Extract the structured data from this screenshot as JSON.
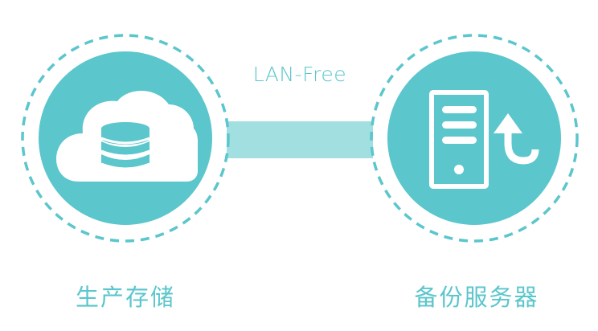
{
  "colors": {
    "primary": "#5BC6CC",
    "connector": "#A2DFE1",
    "label_text": "#5BC6CC",
    "icon_fill": "#ffffff"
  },
  "connector": {
    "label": "LAN-Free"
  },
  "nodes": {
    "source": {
      "label": "生产存储",
      "icon": "cloud-database-icon"
    },
    "target": {
      "label": "备份服务器",
      "icon": "server-backup-icon"
    }
  }
}
